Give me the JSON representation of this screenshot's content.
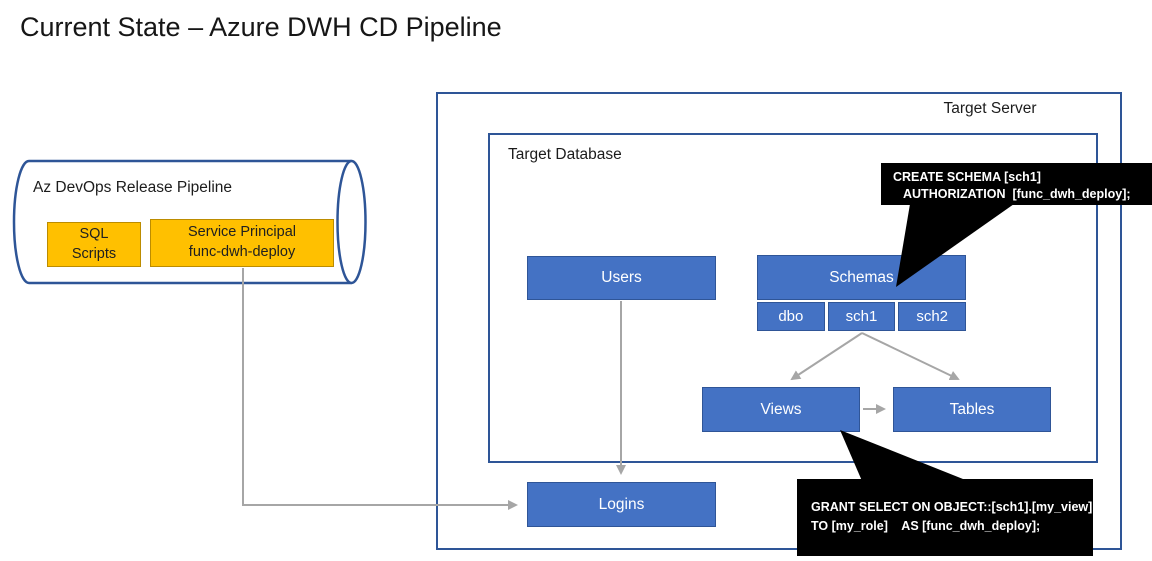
{
  "title": "Current State – Azure DWH CD Pipeline",
  "pipeline": {
    "label": "Az DevOps Release Pipeline",
    "items": [
      {
        "line1": "SQL",
        "line2": "Scripts"
      },
      {
        "line1": "Service Principal",
        "line2": "func-dwh-deploy"
      }
    ]
  },
  "target_server": {
    "label": "Target Server",
    "logins_label": "Logins",
    "target_database": {
      "label": "Target Database",
      "users_label": "Users",
      "schemas_label": "Schemas",
      "schema_items": [
        "dbo",
        "sch1",
        "sch2"
      ],
      "views_label": "Views",
      "tables_label": "Tables"
    }
  },
  "callouts": {
    "create_schema": {
      "line1": "CREATE SCHEMA [sch1]",
      "line2": "AUTHORIZATION  [func_dwh_deploy];"
    },
    "grant_select": {
      "line1": "GRANT SELECT ON OBJECT::[sch1].[my_view]",
      "line2": "TO [my_role]    AS [func_dwh_deploy];"
    }
  },
  "colors": {
    "box_blue": "#4472C4",
    "box_blue_border": "#2F5597",
    "frame_navy": "#2E5597",
    "gold": "#FFC000",
    "gold_border": "#BC8C00",
    "arrow_gray": "#A6A6A6",
    "callout_bg": "#000000",
    "callout_text": "#FFFFFF"
  }
}
